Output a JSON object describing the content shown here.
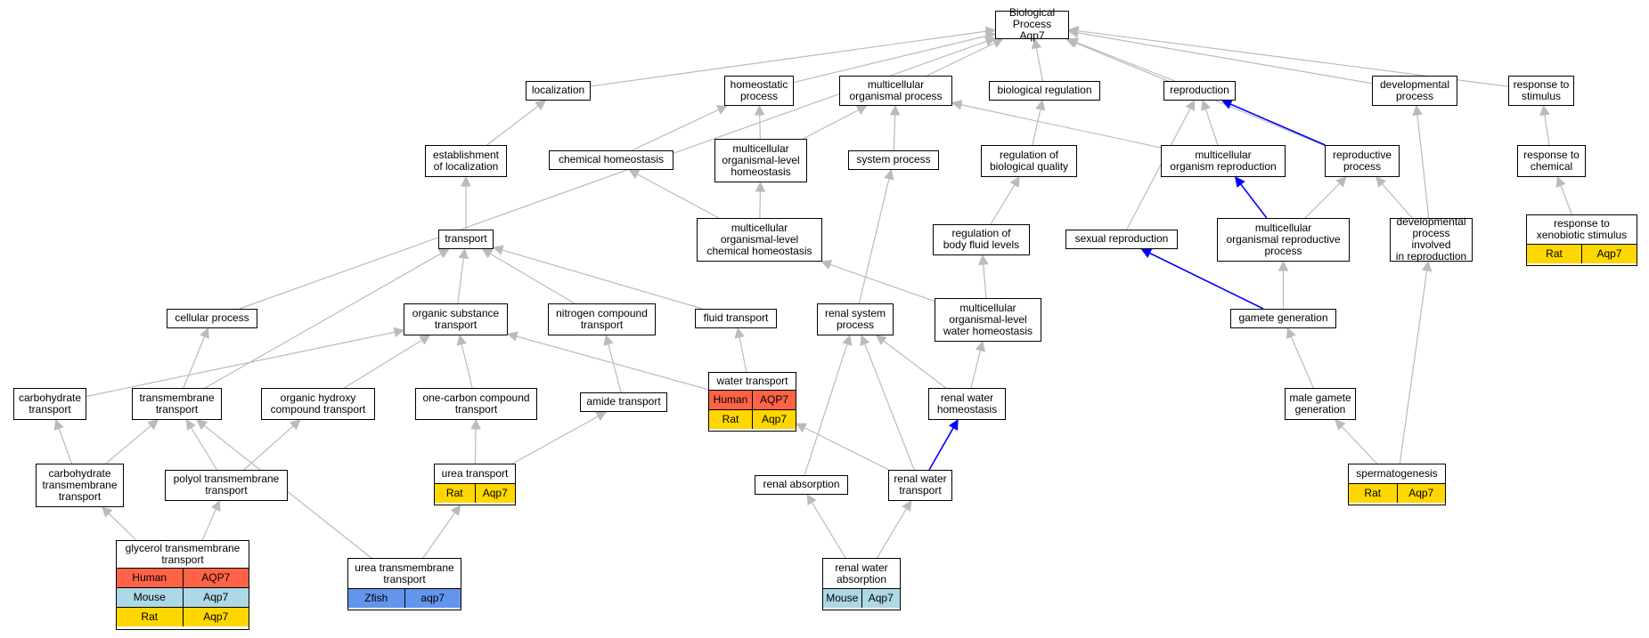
{
  "colors": {
    "edge": "#bbbbbb",
    "highlight": "#0000ff",
    "human": "#ff6347",
    "mouse": "#add8e6",
    "rat": "#ffd700",
    "zfish": "#6495ed"
  },
  "nodes": {
    "bp": {
      "lines": [
        "Biological Process",
        "Aqp7"
      ]
    },
    "localization": {
      "lines": [
        "localization"
      ]
    },
    "homeostatic": {
      "lines": [
        "homeostatic",
        "process"
      ]
    },
    "multorg": {
      "lines": [
        "multicellular",
        "organismal process"
      ]
    },
    "bioreg": {
      "lines": [
        "biological regulation"
      ]
    },
    "reproduction": {
      "lines": [
        "reproduction"
      ]
    },
    "devproc": {
      "lines": [
        "developmental",
        "process"
      ]
    },
    "respstim": {
      "lines": [
        "response to",
        "stimulus"
      ]
    },
    "estloc": {
      "lines": [
        "establishment",
        "of localization"
      ]
    },
    "chemhomeo": {
      "lines": [
        "chemical homeostasis"
      ]
    },
    "mlhomeo": {
      "lines": [
        "multicellular",
        "organismal-level",
        "homeostasis"
      ]
    },
    "sysproc": {
      "lines": [
        "system process"
      ]
    },
    "regbioqual": {
      "lines": [
        "regulation of",
        "biological quality"
      ]
    },
    "mcorgrepro": {
      "lines": [
        "multicellular",
        "organism reproduction"
      ]
    },
    "reproproc": {
      "lines": [
        "reproductive",
        "process"
      ]
    },
    "respchem": {
      "lines": [
        "response to",
        "chemical"
      ]
    },
    "transport": {
      "lines": [
        "transport"
      ]
    },
    "mlchemhomeo": {
      "lines": [
        "multicellular",
        "organismal-level",
        "chemical homeostasis"
      ]
    },
    "regbodyfluid": {
      "lines": [
        "regulation of",
        "body fluid levels"
      ]
    },
    "sexrepro": {
      "lines": [
        "sexual reproduction"
      ]
    },
    "mcorgreproproc": {
      "lines": [
        "multicellular",
        "organismal reproductive",
        "process"
      ]
    },
    "devprocrepro": {
      "lines": [
        "developmental",
        "process involved",
        "in reproduction"
      ]
    },
    "respxeno": {
      "lines": [
        "response to",
        "xenobiotic stimulus"
      ],
      "rows": [
        [
          "Rat",
          "Aqp7"
        ]
      ]
    },
    "cellproc": {
      "lines": [
        "cellular process"
      ]
    },
    "orgsubtrans": {
      "lines": [
        "organic substance",
        "transport"
      ]
    },
    "nitrotrans": {
      "lines": [
        "nitrogen compound",
        "transport"
      ]
    },
    "fluidtrans": {
      "lines": [
        "fluid transport"
      ]
    },
    "rensysproc": {
      "lines": [
        "renal system",
        "process"
      ]
    },
    "mlwaterhomeo": {
      "lines": [
        "multicellular",
        "organismal-level",
        "water homeostasis"
      ]
    },
    "gametegen": {
      "lines": [
        "gamete generation"
      ]
    },
    "carbtrans": {
      "lines": [
        "carbohydrate",
        "transport"
      ]
    },
    "tmtrans": {
      "lines": [
        "transmembrane",
        "transport"
      ]
    },
    "orghydroxy": {
      "lines": [
        "organic hydroxy",
        "compound transport"
      ]
    },
    "onecarbon": {
      "lines": [
        "one-carbon compound",
        "transport"
      ]
    },
    "amidetrans": {
      "lines": [
        "amide transport"
      ]
    },
    "watertrans": {
      "lines": [
        "water transport"
      ],
      "rows": [
        [
          "Human",
          "AQP7"
        ],
        [
          "Rat",
          "Aqp7"
        ]
      ]
    },
    "renwaterhomeo": {
      "lines": [
        "renal water",
        "homeostasis"
      ]
    },
    "malegamete": {
      "lines": [
        "male gamete",
        "generation"
      ]
    },
    "carbtmtrans": {
      "lines": [
        "carbohydrate",
        "transmembrane",
        "transport"
      ]
    },
    "polyoltm": {
      "lines": [
        "polyol transmembrane",
        "transport"
      ]
    },
    "ureatrans": {
      "lines": [
        "urea transport"
      ],
      "rows": [
        [
          "Rat",
          "Aqp7"
        ]
      ]
    },
    "renabs": {
      "lines": [
        "renal absorption"
      ]
    },
    "renwatertrans": {
      "lines": [
        "renal water",
        "transport"
      ]
    },
    "spermato": {
      "lines": [
        "spermatogenesis"
      ],
      "rows": [
        [
          "Rat",
          "Aqp7"
        ]
      ]
    },
    "glyceroltm": {
      "lines": [
        "glycerol transmembrane",
        "transport"
      ],
      "rows": [
        [
          "Human",
          "AQP7"
        ],
        [
          "Mouse",
          "Aqp7"
        ],
        [
          "Rat",
          "Aqp7"
        ]
      ]
    },
    "ureatm": {
      "lines": [
        "urea transmembrane",
        "transport"
      ],
      "rows": [
        [
          "Zfish",
          "aqp7"
        ]
      ]
    },
    "renwaterabs": {
      "lines": [
        "renal water",
        "absorption"
      ],
      "rows": [
        [
          "Mouse",
          "Aqp7"
        ]
      ]
    }
  }
}
